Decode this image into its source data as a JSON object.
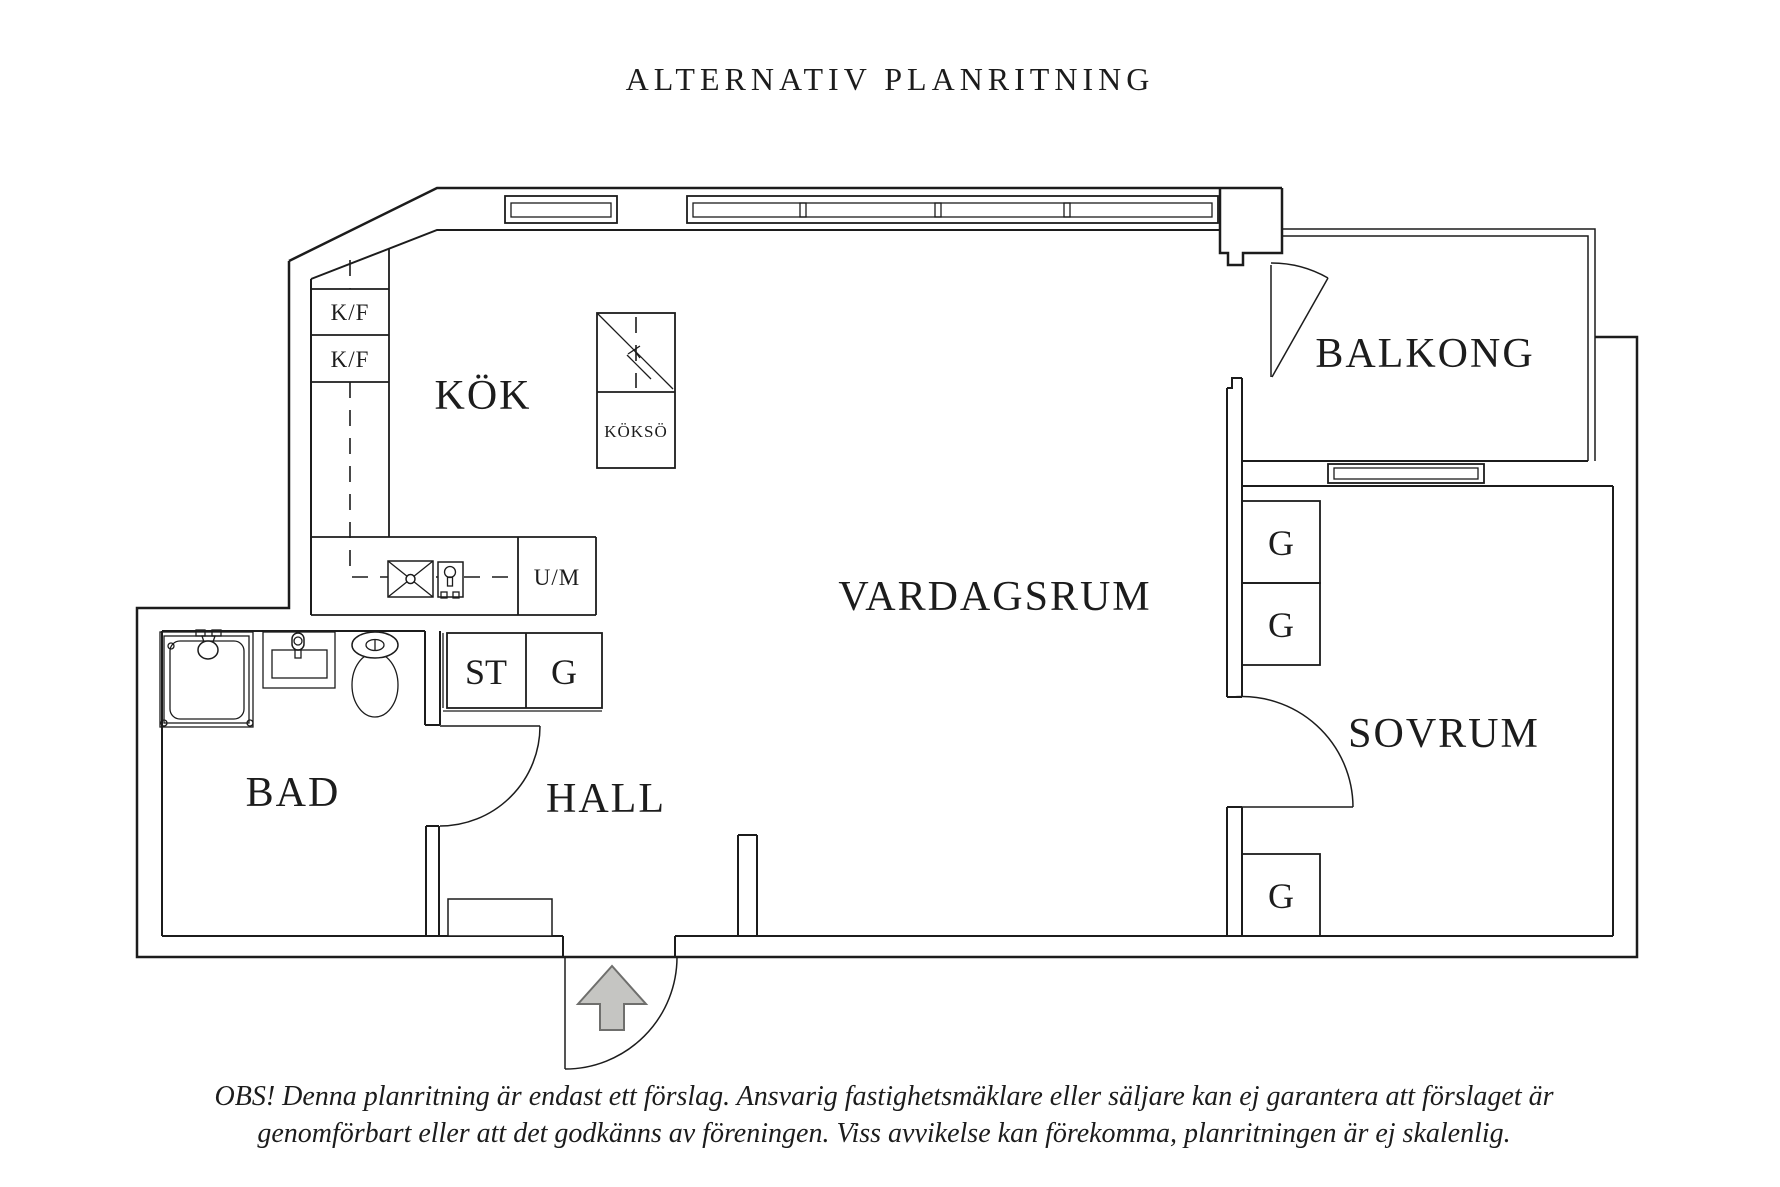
{
  "title": "ALTERNATIV PLANRITNING",
  "rooms": {
    "kok": "KÖK",
    "vardagsrum": "VARDAGSRUM",
    "balkong": "BALKONG",
    "sovrum": "SOVRUM",
    "bad": "BAD",
    "hall": "HALL"
  },
  "fixtures": {
    "kf1": "K/F",
    "kf2": "K/F",
    "kokso": "KÖKSÖ",
    "um": "U/M",
    "st": "ST",
    "g_hall": "G",
    "g1": "G",
    "g2": "G",
    "g3": "G"
  },
  "disclaimer": {
    "line1": "OBS! Denna planritning är endast ett förslag. Ansvarig fastighetsmäklare eller säljare kan ej garantera att förslaget är",
    "line2": "genomförbart eller att det godkänns av föreningen. Viss avvikelse kan förekomma, planritningen är ej skalenlig."
  },
  "colors": {
    "ink": "#1c1c1c",
    "background": "#ffffff",
    "arrow_fill": "#c5c5c2",
    "arrow_stroke": "#6f6f6d"
  }
}
